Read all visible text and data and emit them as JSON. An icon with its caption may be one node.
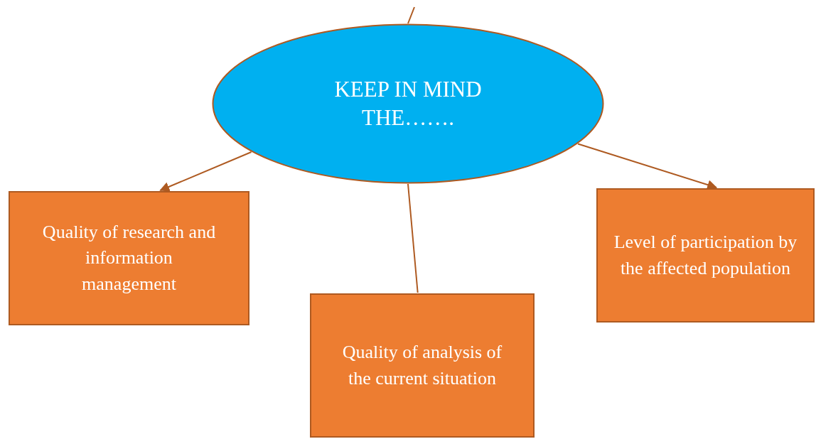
{
  "diagram": {
    "nodes": [
      {
        "text": [
          "KEEP IN MIND THE……."
        ]
      },
      {
        "text": [
          "Quality of research and information management"
        ]
      },
      {
        "text": [
          "Quality of analysis of the current situation"
        ]
      },
      {
        "text": [
          "Level of participation by the affected population"
        ]
      }
    ],
    "edges": [
      {
        "from": 0,
        "to": 1,
        "arrow": "to"
      },
      {
        "from": 0,
        "to": 2,
        "arrow": "none"
      },
      {
        "from": 0,
        "to": 3,
        "arrow": "to"
      },
      {
        "from": null,
        "to": 0,
        "arrow": "none"
      }
    ]
  }
}
